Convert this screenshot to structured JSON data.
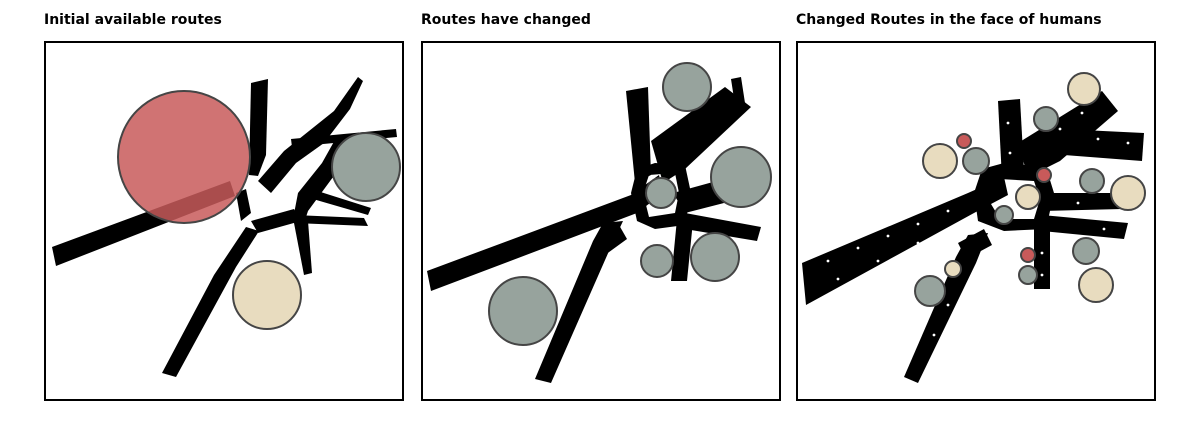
{
  "panels": [
    {
      "title": "Initial available routes"
    },
    {
      "title": "Routes have changed"
    },
    {
      "title": "Changed Routes in the face of humans"
    }
  ],
  "colors": {
    "route": "#000000",
    "red_circle": "#c85a5a",
    "grey_circle": "#97a39d",
    "beige_circle": "#e8dcbf",
    "circle_stroke": "#454545"
  }
}
